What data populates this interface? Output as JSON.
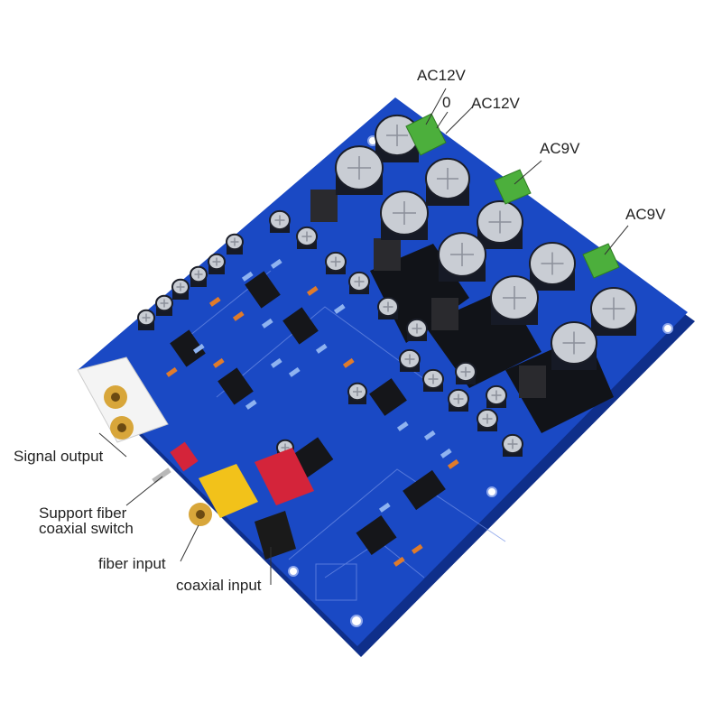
{
  "callouts": {
    "ac12v_top": "AC12V",
    "zero": "0",
    "ac12v_right": "AC12V",
    "ac9v_upper": "AC9V",
    "ac9v_lower": "AC9V",
    "signal_output": "Signal output",
    "support_fiber_line1": "Support fiber",
    "support_fiber_line2": "coaxial switch",
    "fiber_input": "fiber input",
    "coaxial_input": "coaxial input"
  },
  "colors": {
    "pcb_blue": "#1a49c4",
    "pcb_edge": "#0f2f8a",
    "capacitor_sleeve": "#161a26",
    "capacitor_top": "#c9cdd4",
    "terminal_green": "#4caf3c",
    "rca_white": "#f4f4f4",
    "rca_gold": "#d8a63a",
    "spdif_yellow": "#f2c21a",
    "optical_red": "#d4243a",
    "heatsink_black": "#111318"
  }
}
